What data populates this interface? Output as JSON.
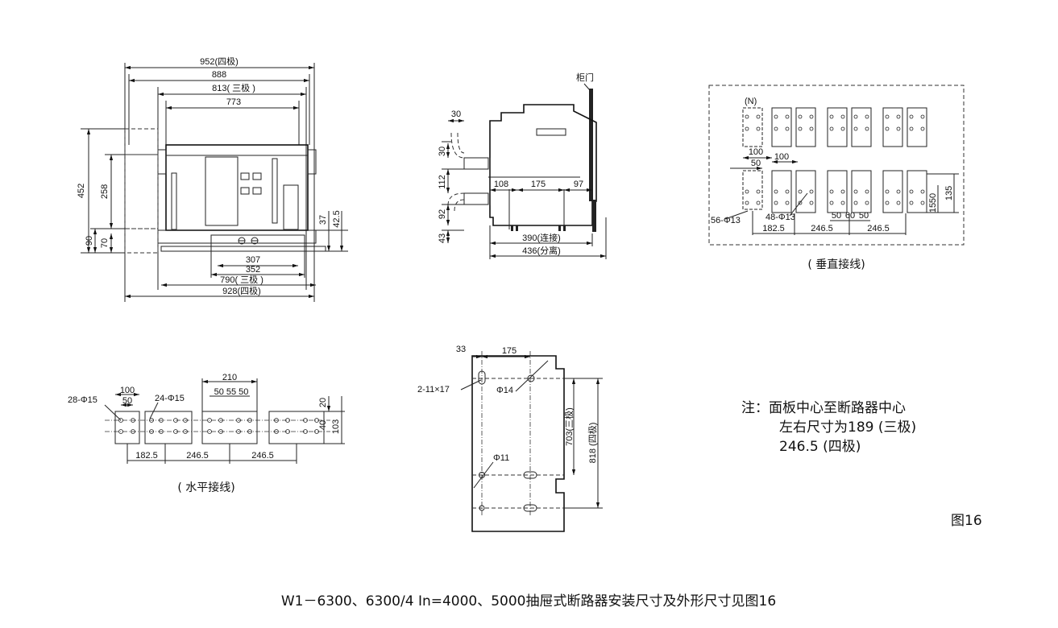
{
  "front_view": {
    "dims_top": [
      "952(四极)",
      "888",
      "813( 三极 )",
      "773"
    ],
    "dims_left": [
      "452",
      "258",
      "90",
      "70"
    ],
    "dims_right": [
      "37",
      "42.5"
    ],
    "dims_bottom": [
      "307",
      "352",
      "790( 三极 )",
      "928(四极)"
    ]
  },
  "side_view": {
    "door_label": "柜门",
    "dims_left": [
      "30",
      "30",
      "112",
      "92",
      "43"
    ],
    "dims_mid": [
      "108",
      "175",
      "97"
    ],
    "dims_bottom": [
      "390(连接)",
      "436(分离)"
    ]
  },
  "vertical": {
    "n_label": "(N)",
    "dims": [
      "100",
      "50",
      "100",
      "56-Φ13",
      "48-Φ13",
      "182.5",
      "246.5",
      "246.5",
      "50",
      "60",
      "50",
      "50",
      "135",
      "15"
    ],
    "caption": "( 垂直接线)"
  },
  "horizontal": {
    "dims": [
      "28-Φ15",
      "100",
      "50",
      "24-Φ15",
      "210",
      "50 55 50",
      "20",
      "40",
      "103",
      "182.5",
      "246.5",
      "246.5"
    ],
    "caption": "( 水平接线)"
  },
  "mount": {
    "dims": [
      "33",
      "175",
      "2-11×17",
      "Φ14",
      "703(三极)",
      "818 (四极)",
      "Φ11"
    ]
  },
  "note": {
    "line1": "注：面板中心至断路器中心",
    "line2": "左右尺寸为189 (三极)",
    "line3": "246.5 (四极)"
  },
  "figure_label": "图16",
  "caption": "W1－6300、6300/4  In=4000、5000抽屉式断路器安装尺寸及外形尺寸见图16"
}
